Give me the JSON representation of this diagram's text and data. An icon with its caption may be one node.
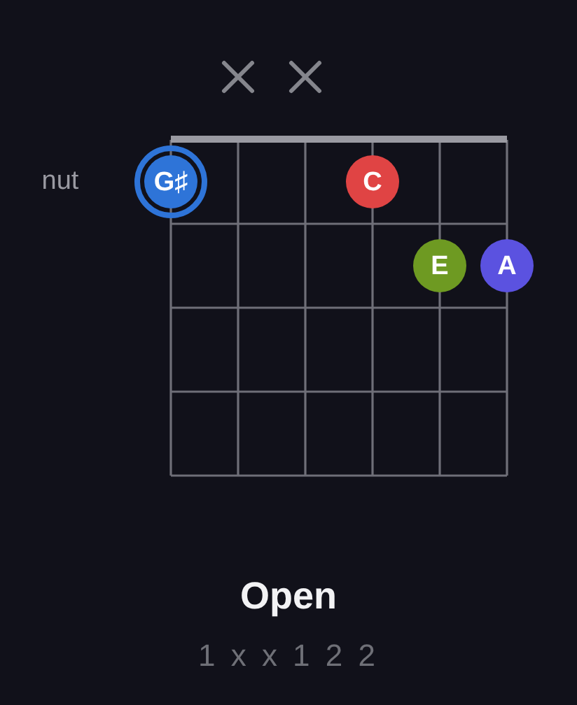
{
  "diagram": {
    "title": "Open",
    "nodes": [
      {
        "text": [
          "G♯"
        ]
      },
      {
        "text": [
          "C"
        ]
      },
      {
        "text": [
          "E"
        ]
      },
      {
        "text": [
          "A"
        ]
      }
    ],
    "labels": [
      "nut",
      "1 x x 1 2 2"
    ]
  }
}
